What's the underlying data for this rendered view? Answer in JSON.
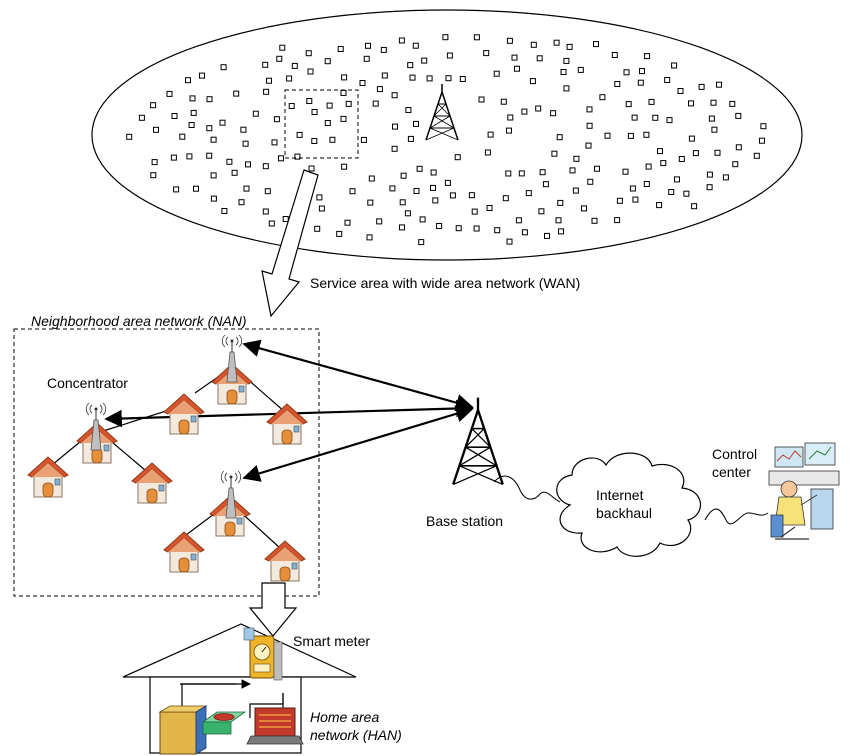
{
  "labels": {
    "wan": "Service area with wide area network (WAN)",
    "nan": "Neighborhood area network (NAN)",
    "concentrator": "Concentrator",
    "base_station": "Base station",
    "internet_line1": "Internet",
    "internet_line2": "backhaul",
    "control_line1": "Control",
    "control_line2": "center",
    "smart_meter": "Smart meter",
    "han_line1": "Home area",
    "han_line2": "network (HAN)"
  },
  "icons": [
    "cell-tower-icon",
    "house-icon",
    "concentrator-antenna-icon",
    "cloud-icon",
    "operator-workstation-icon",
    "smart-meter-icon",
    "washing-machine-icon",
    "stove-icon",
    "heater-icon"
  ],
  "colors": {
    "roof": "#d9542b",
    "wall": "#f3e9dc",
    "door": "#e58f3a",
    "meter": "#f0b429",
    "washer": "#e2b64a",
    "stove": "#39b26e",
    "heater": "#c0392b"
  }
}
